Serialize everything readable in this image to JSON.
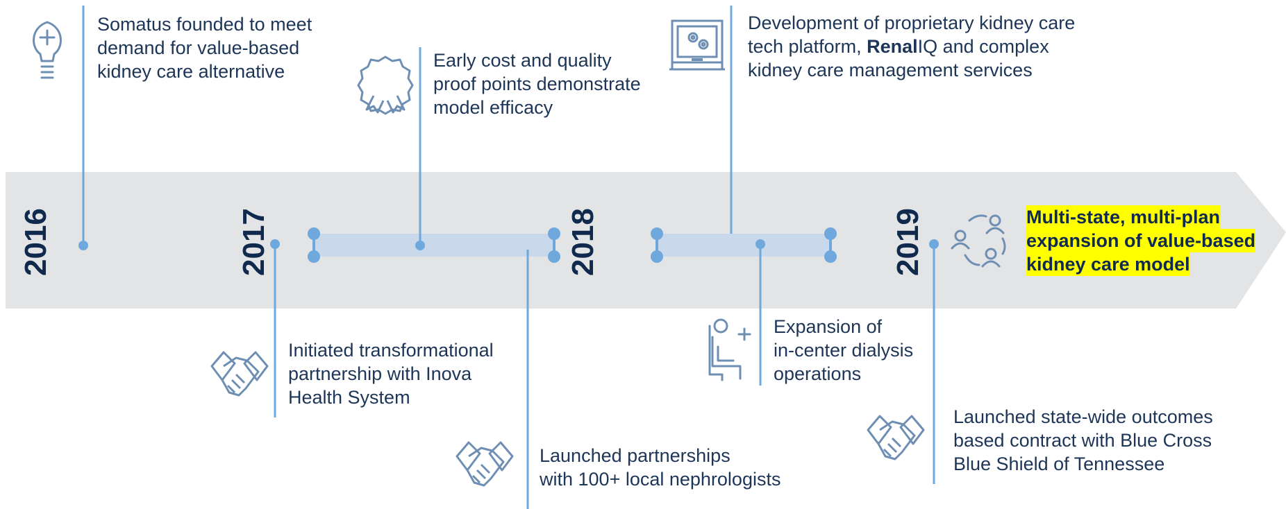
{
  "years": [
    "2016",
    "2017",
    "2018",
    "2019"
  ],
  "events": {
    "founded": [
      "Somatus founded to meet",
      "demand for value-based",
      "kidney care alternative"
    ],
    "proof_points": [
      "Early cost and quality",
      "proof points demonstrate",
      "model efficacy"
    ],
    "platform": {
      "line1": "Development of proprietary kidney care",
      "line2_pre": "tech platform, ",
      "line2_bold": "Renal",
      "line2_post": "IQ and complex",
      "line3": "kidney care management services"
    },
    "inova": [
      "Initiated transformational",
      "partnership with Inova",
      "Health System"
    ],
    "nephrologists": [
      "Launched partnerships",
      "with 100+ local nephrologists"
    ],
    "dialysis": [
      "Expansion of",
      "in-center dialysis",
      "operations"
    ],
    "bcbs": [
      "Launched state-wide outcomes",
      "based contract with Blue Cross",
      "Blue Shield of Tennessee"
    ],
    "expansion": [
      "Multi-state, multi-plan",
      "expansion of value-based",
      "kidney care model"
    ]
  },
  "icons": [
    "lightbulb-icon",
    "ribbon-award-icon",
    "computer-monitor-gears-icon",
    "handshake-icon",
    "patient-chair-plus-icon",
    "people-cycle-icon"
  ],
  "colors": {
    "band": "#e3e4e6",
    "connector": "#6fa8dc",
    "segment": "#c9d9eb",
    "icon": "#6e8fb3",
    "text": "#1d3557",
    "year": "#0f2a4d",
    "highlight": "#ffff00"
  }
}
